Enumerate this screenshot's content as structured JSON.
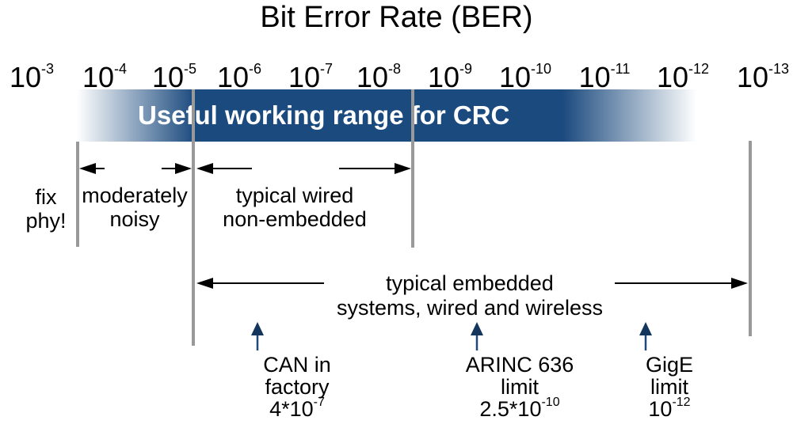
{
  "title": "Bit Error Rate (BER)",
  "axis": {
    "ticks": [
      {
        "base": "10",
        "exp": "-3"
      },
      {
        "base": "10",
        "exp": "-4"
      },
      {
        "base": "10",
        "exp": "-5"
      },
      {
        "base": "10",
        "exp": "-6"
      },
      {
        "base": "10",
        "exp": "-7"
      },
      {
        "base": "10",
        "exp": "-8"
      },
      {
        "base": "10",
        "exp": "-9"
      },
      {
        "base": "10",
        "exp": "-10"
      },
      {
        "base": "10",
        "exp": "-11"
      },
      {
        "base": "10",
        "exp": "-12"
      },
      {
        "base": "10",
        "exp": "-13"
      }
    ]
  },
  "bar": {
    "label": "Useful working range for CRC",
    "color": "#1b4a7e"
  },
  "regions": {
    "fix_phy": {
      "line1": "fix",
      "line2": "phy!"
    },
    "moderately_noisy": {
      "line1": "moderately",
      "line2": "noisy"
    },
    "typical_wired": {
      "line1": "typical wired",
      "line2": "non-embedded"
    },
    "typical_embedded": {
      "line1": "typical embedded",
      "line2": "systems, wired and wireless"
    }
  },
  "markers": [
    {
      "line1": "CAN in",
      "line2": "factory",
      "value_base": "4*10",
      "value_exp": "-7"
    },
    {
      "line1": "ARINC 636",
      "line2": "limit",
      "value_base": "2.5*10",
      "value_exp": "-10"
    },
    {
      "line1": "GigE",
      "line2": "limit",
      "value_base": "10",
      "value_exp": "-12"
    }
  ],
  "colors": {
    "bar_blue": "#1b4a7e",
    "boundary_gray": "#999999",
    "dimension_arrow_black": "#000000",
    "marker_arrow_navy": "#1f497d"
  }
}
